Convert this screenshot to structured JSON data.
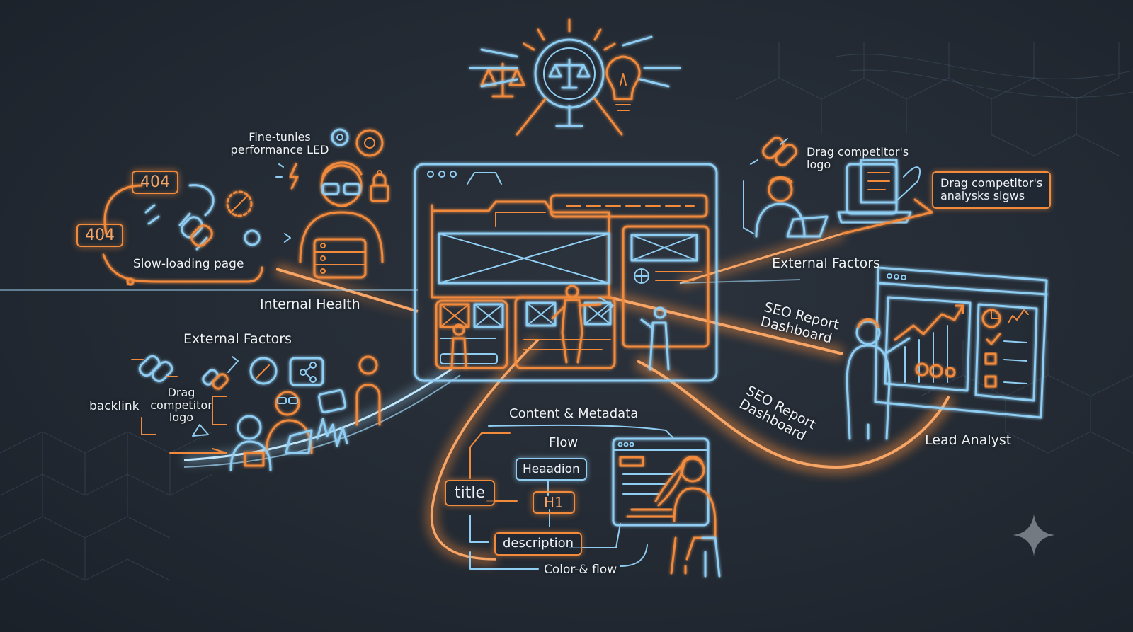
{
  "labels": {
    "fine_tunes": "Fine-tunies\nperformance LED",
    "slow_loading": "Slow-loading page",
    "internal_health": "Internal Health",
    "external_factors_left": "External Factors",
    "backlink": "backlink",
    "drag_competitor_logo_left": "Drag\ncompetitor\nlogo",
    "drag_competitor_logo_right": "Drag competitor's\nlogo",
    "drag_competitor_analysis": "Drag competitor's\nanalysks sigws",
    "external_factors_right": "External Factors",
    "seo_report_1": "SEO Report\nDashboard",
    "seo_report_2": "SEO Report\nDashboard",
    "lead_analyst": "Lead Analyst",
    "content_metadata": "Content & Metadata",
    "flow": "Flow",
    "headion": "Heaadion",
    "title": "title",
    "h1": "H1",
    "description": "description",
    "color_flow": "Color-& flow",
    "error_404_top": "404",
    "error_404_left": "404"
  },
  "colors": {
    "background": "#232a33",
    "accent_orange": "#f28a3c",
    "accent_blue": "#8fcdf2",
    "text": "#eef2f6"
  },
  "icons": [
    "scales-icon",
    "magnifier-icon",
    "lightbulb-icon",
    "gear-icon",
    "link-icon",
    "lock-icon",
    "share-icon",
    "quill-icon",
    "chart-icon",
    "sparkle-icon"
  ]
}
